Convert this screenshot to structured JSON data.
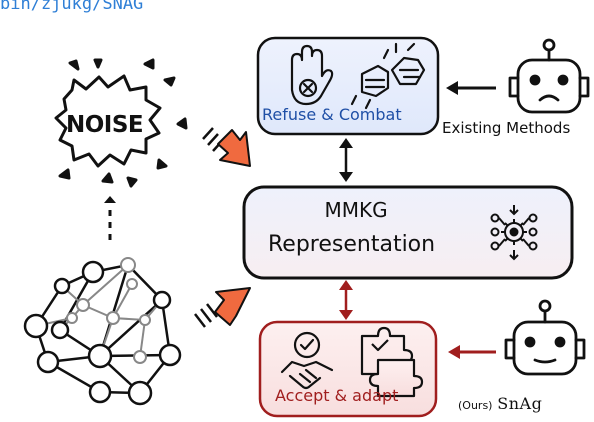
{
  "header": {
    "link_text": "bin/zjukg/SNAG"
  },
  "noise": {
    "label": "NOISE"
  },
  "top_box": {
    "label": "Refuse & Combat"
  },
  "existing": {
    "label": "Existing Methods"
  },
  "center_box": {
    "title": "MMKG",
    "subtitle": "Representation"
  },
  "bottom_box": {
    "label": "Accept & adapt"
  },
  "ours": {
    "tag": "(Ours)",
    "name": "SnAg"
  },
  "colors": {
    "top_box_fill": "#e4ebfb",
    "center_box_fill": "#f1f2fa",
    "bottom_box_fill": "#fbe7e7",
    "top_text": "#1f4fa6",
    "bottom_text": "#a01e1e",
    "orange_arrow": "#f06a3f",
    "red_arrow": "#a01e1e"
  },
  "icons": [
    "noise-burst-icon",
    "knowledge-graph-icon",
    "stop-hand-icon",
    "fist-bump-icon",
    "robot-sad-icon",
    "robot-neutral-icon",
    "gear-network-icon",
    "approved-handshake-icon",
    "puzzle-icon"
  ]
}
